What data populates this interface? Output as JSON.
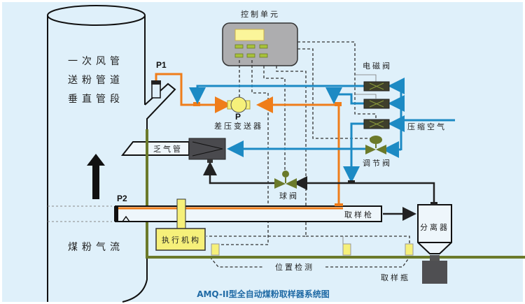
{
  "title": "AMQ-II型全自动煤粉取样器系统图",
  "colors": {
    "background": "#dff0fa",
    "air": "#1c8ac4",
    "pressure": "#ef7d1a",
    "frame": "#6b7a2a",
    "yellow": "#f6f07a",
    "title": "#1f6aa5"
  },
  "pipe": {
    "line1": "一次风管",
    "line2": "送粉管道",
    "line3": "垂直管段",
    "flow": "煤粉气流",
    "flow_icon": "up-arrow-icon"
  },
  "labels": {
    "control_unit": "控制单元",
    "p1": "P1",
    "p2": "P2",
    "p": "P",
    "dp_transmitter": "差压变送器",
    "solenoid": "电磁阀",
    "compressed_air": "压缩空气",
    "exhaust_pipe": "乏气管",
    "regulating_valve": "调节阀",
    "ball_valve": "球阀",
    "sampling_gun": "取样枪",
    "separator": "分离器",
    "actuator": "执行机构",
    "position_detect": "位置检测",
    "sample_bottle": "取样瓶"
  }
}
